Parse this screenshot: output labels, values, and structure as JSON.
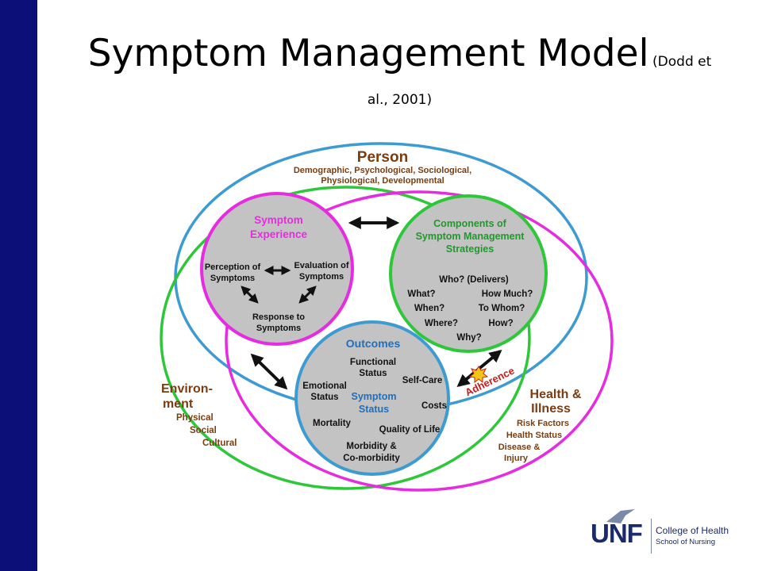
{
  "title": {
    "main": "Symptom Management Model",
    "citation_open": "(Dodd et",
    "citation_close": "al., 2001)"
  },
  "person": {
    "title": "Person",
    "line1": "Demographic, Psychological, Sociological,",
    "line2": "Physiological, Developmental"
  },
  "experience": {
    "title1": "Symptom",
    "title2": "Experience",
    "perception1": "Perception of",
    "perception2": "Symptoms",
    "evaluation1": "Evaluation of",
    "evaluation2": "Symptoms",
    "response1": "Response to",
    "response2": "Symptoms"
  },
  "strategies": {
    "title1": "Components of",
    "title2": "Symptom Management",
    "title3": "Strategies",
    "who": "Who? (Delivers)",
    "what": "What?",
    "how_much": "How Much?",
    "when": "When?",
    "to_whom": "To Whom?",
    "where": "Where?",
    "how": "How?",
    "why": "Why?"
  },
  "outcomes": {
    "title": "Outcomes",
    "functional1": "Functional",
    "functional2": "Status",
    "self_care": "Self-Care",
    "emotional1": "Emotional",
    "emotional2": "Status",
    "symptom_status1": "Symptom",
    "symptom_status2": "Status",
    "costs": "Costs",
    "mortality": "Mortality",
    "quality": "Quality of Life",
    "morbidity1": "Morbidity &",
    "morbidity2": "Co-morbidity"
  },
  "adherence": "Adherence",
  "environment": {
    "title1": "Environ-",
    "title2": "ment",
    "physical": "Physical",
    "social": "Social",
    "cultural": "Cultural"
  },
  "health": {
    "title1": "Health &",
    "title2": "Illness",
    "risk": "Risk Factors",
    "status": "Health Status",
    "disease1": "Disease &",
    "disease2": "Injury"
  },
  "logo": {
    "wordmark": "UNF",
    "line1": "College of Health",
    "line2": "School of Nursing"
  },
  "colors": {
    "left_bar": "#0d0f78",
    "person_ring": "#3d9bd1",
    "environment_ring": "#2ec73a",
    "health_ring": "#e62ce0",
    "circle_fill": "#c3c3c3",
    "domain_label": "#7a3d10",
    "circle_title": "#e62ce0",
    "strategies_title": "#1f9a2a",
    "outcomes_title": "#1f6fbf",
    "adherence": "#c0201b"
  }
}
